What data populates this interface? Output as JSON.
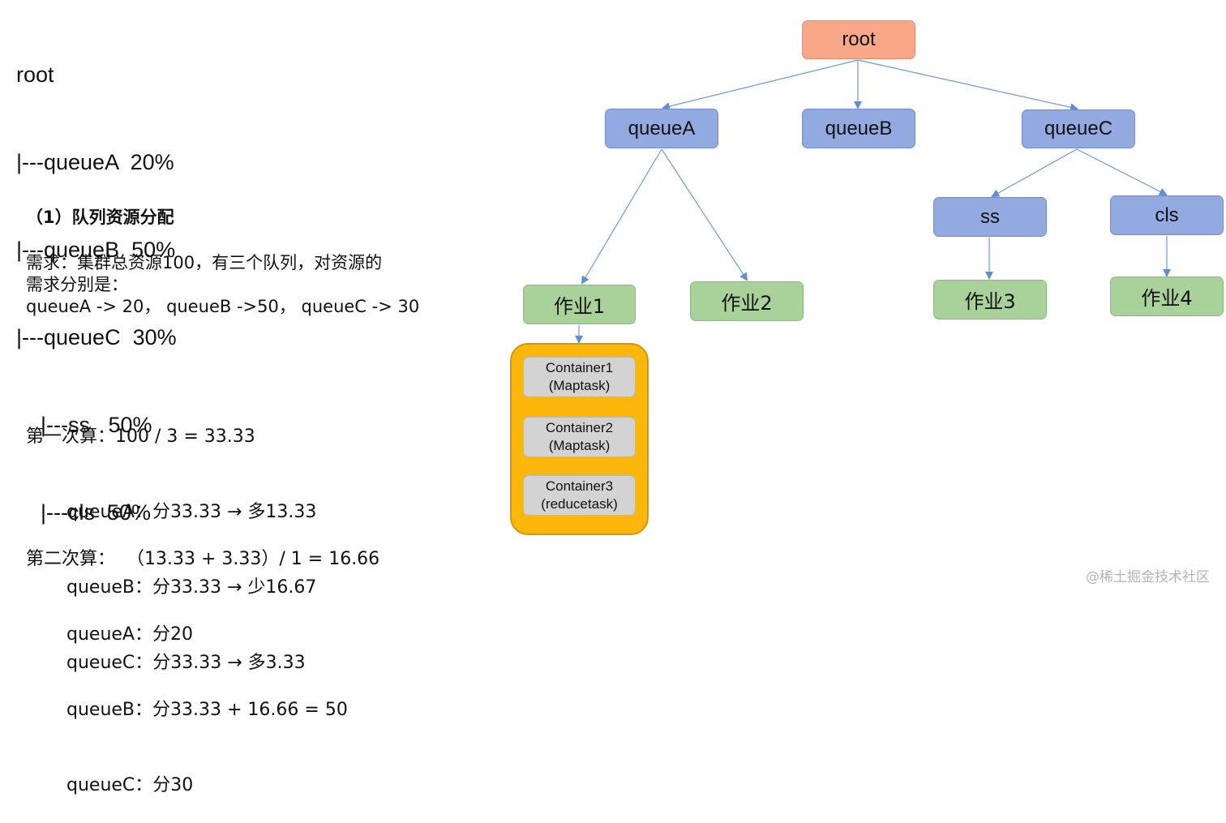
{
  "tree_text": {
    "lines": [
      "root",
      "|---queueA  20%",
      "|---queueB  50%",
      "|---queueC  30%",
      "    |---ss   50%",
      "    |---cls  50%"
    ]
  },
  "section_title": "（1）队列资源分配",
  "requirement": {
    "line1": "需求：集群总资源100，有三个队列，对资源的",
    "line2": "需求分别是：",
    "line3": "queueA -> 20， queueB ->50， queueC -> 30"
  },
  "calc1": {
    "header": "第一次算：100 / 3 = 33.33",
    "lines": [
      "queueA：分33.33 → 多13.33",
      "queueB：分33.33 → 少16.67",
      "queueC：分33.33 → 多3.33"
    ]
  },
  "calc2": {
    "header": "第二次算：  （13.33 + 3.33）/ 1 = 16.66",
    "lines": [
      "queueA：分20",
      "queueB：分33.33 + 16.66 = 50",
      "queueC：分30"
    ]
  },
  "diagram": {
    "root": "root",
    "queueA": "queueA",
    "queueB": "queueB",
    "queueC": "queueC",
    "ss": "ss",
    "cls": "cls",
    "job1": "作业1",
    "job2": "作业2",
    "job3": "作业3",
    "job4": "作业4",
    "containers": [
      {
        "name": "Container1",
        "task": "(Maptask)"
      },
      {
        "name": "Container2",
        "task": "(Maptask)"
      },
      {
        "name": "Container3",
        "task": "(reducetask)"
      }
    ],
    "colors": {
      "root_fill": "#f8a888",
      "queue_fill": "#92aae0",
      "job_fill": "#a9d29a",
      "container_group_fill": "#fdb60a",
      "container_fill": "#d3d3d3",
      "arrow": "#5b8fd0"
    }
  },
  "watermark": "@稀土掘金技术社区"
}
